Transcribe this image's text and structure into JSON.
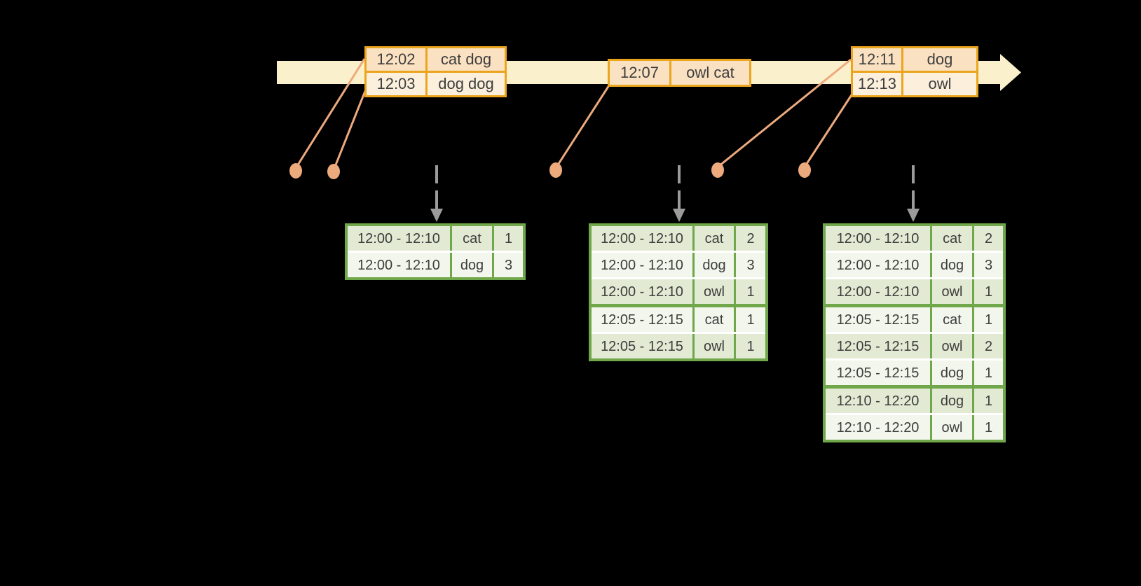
{
  "palette": {
    "background": "#000000",
    "timeline_band": "#FBF0CC",
    "event_table_border": "#EBA51D",
    "event_row_dark": "#FAE1C2",
    "event_row_light": "#FCF0DC",
    "marker_salmon": "#EDAA7D",
    "trigger_arrow_gray": "#9B9B9B",
    "result_table_border": "#6FA74A",
    "result_row_dark": "#E2EAD3",
    "result_row_light": "#F2F6EC",
    "text": "#3D3D3D"
  },
  "timeline": {
    "event_tables": [
      {
        "rows": [
          {
            "time": "12:02",
            "words": "cat dog"
          },
          {
            "time": "12:03",
            "words": "dog dog"
          }
        ]
      },
      {
        "rows": [
          {
            "time": "12:07",
            "words": "owl cat"
          }
        ]
      },
      {
        "rows": [
          {
            "time": "12:11",
            "words": "dog"
          },
          {
            "time": "12:13",
            "words": "owl"
          }
        ]
      }
    ]
  },
  "results": {
    "tables": [
      {
        "rows": [
          {
            "window": "12:00 - 12:10",
            "word": "cat",
            "count": "1"
          },
          {
            "window": "12:00 - 12:10",
            "word": "dog",
            "count": "3"
          }
        ]
      },
      {
        "rows": [
          {
            "window": "12:00 - 12:10",
            "word": "cat",
            "count": "2"
          },
          {
            "window": "12:00 - 12:10",
            "word": "dog",
            "count": "3"
          },
          {
            "window": "12:00 - 12:10",
            "word": "owl",
            "count": "1"
          },
          {
            "window": "12:05 - 12:15",
            "word": "cat",
            "count": "1"
          },
          {
            "window": "12:05 - 12:15",
            "word": "owl",
            "count": "1"
          }
        ]
      },
      {
        "rows": [
          {
            "window": "12:00 - 12:10",
            "word": "cat",
            "count": "2"
          },
          {
            "window": "12:00 - 12:10",
            "word": "dog",
            "count": "3"
          },
          {
            "window": "12:00 - 12:10",
            "word": "owl",
            "count": "1"
          },
          {
            "window": "12:05 - 12:15",
            "word": "cat",
            "count": "1"
          },
          {
            "window": "12:05 - 12:15",
            "word": "owl",
            "count": "2"
          },
          {
            "window": "12:05 - 12:15",
            "word": "dog",
            "count": "1"
          },
          {
            "window": "12:10 - 12:20",
            "word": "dog",
            "count": "1"
          },
          {
            "window": "12:10 - 12:20",
            "word": "owl",
            "count": "1"
          }
        ]
      }
    ]
  }
}
